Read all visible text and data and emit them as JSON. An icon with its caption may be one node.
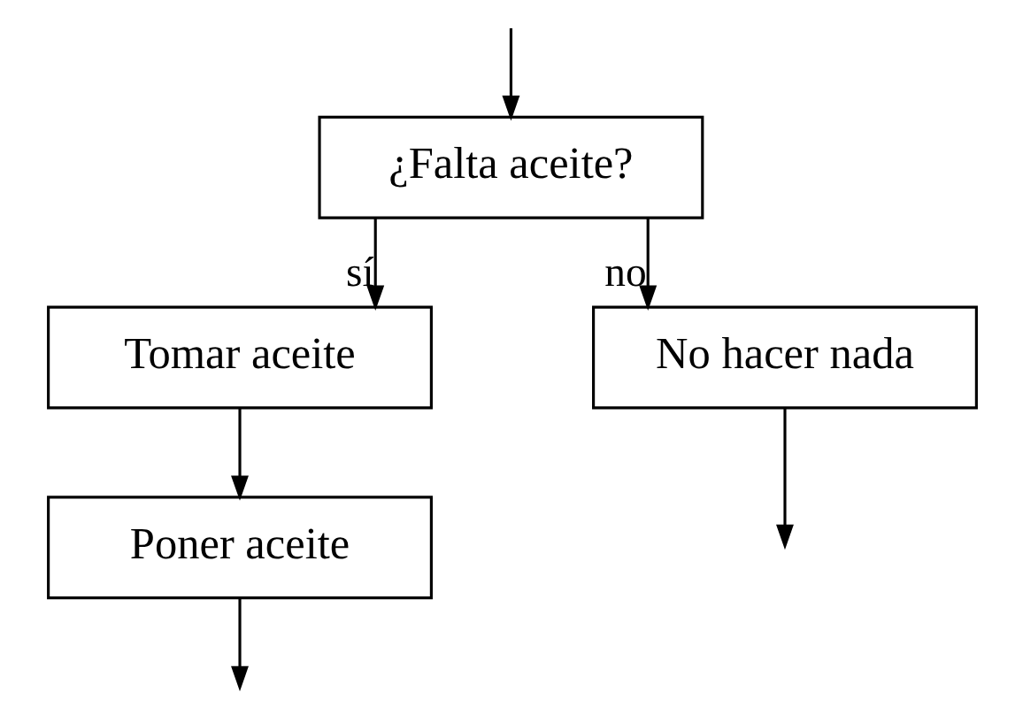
{
  "diagram": {
    "nodes": [
      {
        "text": [
          "¿Falta aceite?"
        ]
      },
      {
        "text": [
          "Tomar aceite"
        ]
      },
      {
        "text": [
          "Poner aceite"
        ]
      },
      {
        "text": [
          "No hacer nada"
        ]
      }
    ],
    "edges": [
      {
        "from": null,
        "to": 0,
        "arrow": "to"
      },
      {
        "from": 0,
        "to": 1,
        "label": "sí",
        "arrow": "to"
      },
      {
        "from": 0,
        "to": 3,
        "label": "no",
        "arrow": "to"
      },
      {
        "from": 1,
        "to": 2,
        "arrow": "to"
      },
      {
        "from": 2,
        "to": null,
        "arrow": "to"
      },
      {
        "from": 3,
        "to": null,
        "arrow": "to"
      }
    ]
  }
}
